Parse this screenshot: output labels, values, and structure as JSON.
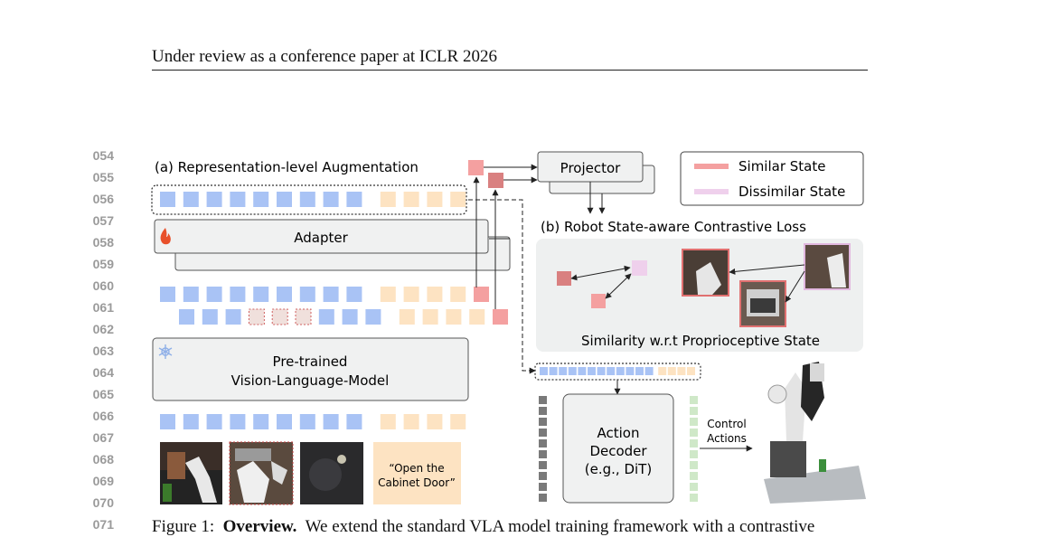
{
  "header": {
    "text": "Under review as a conference paper at ICLR 2026"
  },
  "line_numbers": [
    "054",
    "055",
    "056",
    "057",
    "058",
    "059",
    "060",
    "061",
    "062",
    "063",
    "064",
    "065",
    "066",
    "067",
    "068",
    "069",
    "070",
    "071"
  ],
  "figure": {
    "section_a_title": "(a) Representation-level Augmentation",
    "adapter_label": "Adapter",
    "vlm_label_line1": "Pre-trained",
    "vlm_label_line2": "Vision-Language-Model",
    "instruction_line1": "“Open the",
    "instruction_line2": "Cabinet Door”",
    "projector_label": "Projector",
    "legend": [
      {
        "label": "Similar State",
        "color": "#f4a0a0"
      },
      {
        "label": "Dissimilar State",
        "color": "#efd0ec"
      }
    ],
    "section_b_title": "(b) Robot State-aware Contrastive Loss",
    "similarity_caption": "Similarity w.r.t Proprioceptive State",
    "action_decoder_line1": "Action",
    "action_decoder_line2": "Decoder",
    "action_decoder_line3": "(e.g., DiT)",
    "control_line1": "Control",
    "control_line2": "Actions",
    "colors": {
      "vision_token": "#a9c3f5",
      "language_token": "#fde3c2",
      "state_token": "#f4a0a0",
      "state_token_dark": "#d98080",
      "masked_token": "#f0e0dc",
      "box_fill": "#f0f1f1",
      "panel_fill": "#eef0f0",
      "action_token": "#cfe8c8",
      "noise_token": "#7a7a7a"
    }
  },
  "caption": {
    "prefix": "Figure 1:",
    "bold": "Overview.",
    "text": "We extend the standard VLA model training framework with a contrastive"
  }
}
